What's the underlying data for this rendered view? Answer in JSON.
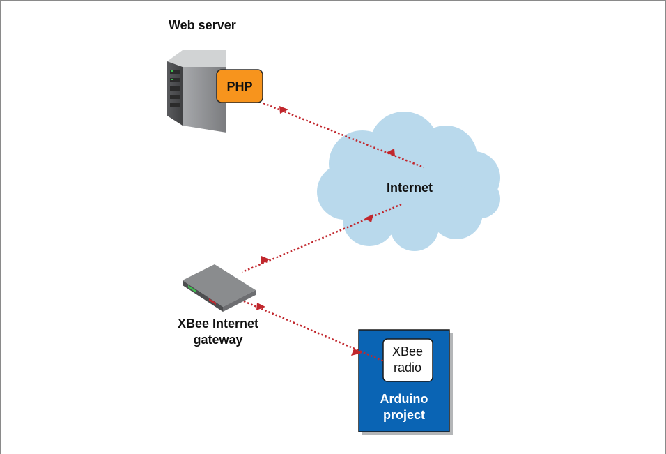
{
  "labels": {
    "web_server": "Web server",
    "php": "PHP",
    "internet": "Internet",
    "gateway_line1": "XBee Internet",
    "gateway_line2": "gateway",
    "radio_line1": "XBee",
    "radio_line2": "radio",
    "arduino_line1": "Arduino",
    "arduino_line2": "project"
  },
  "colors": {
    "php_fill": "#f7941d",
    "arrow": "#c1272d",
    "cloud": "#b9d9ec",
    "arduino_blue": "#0a64b4",
    "server_gray": "#6d6e71"
  }
}
